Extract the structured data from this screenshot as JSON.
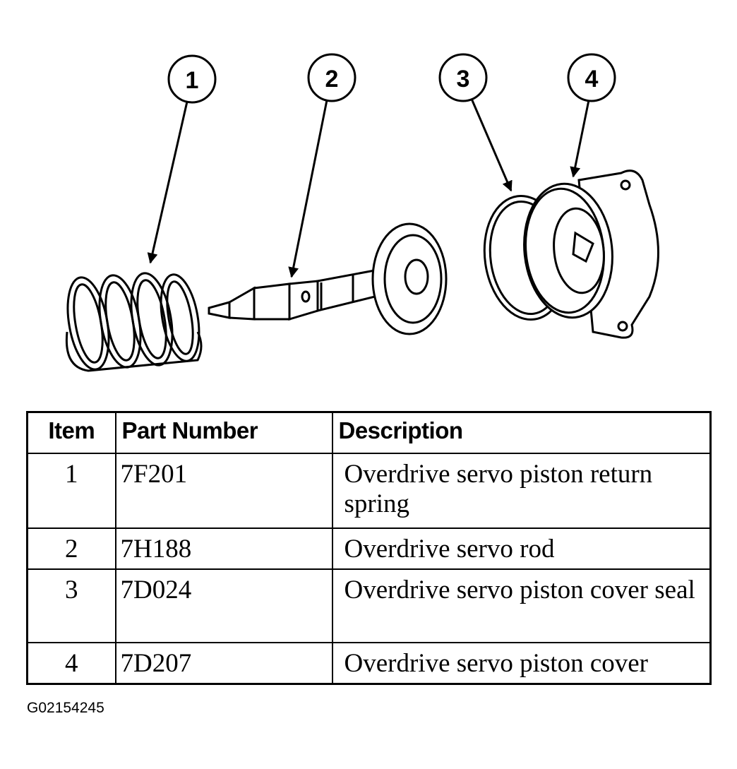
{
  "callouts": [
    {
      "label": "1"
    },
    {
      "label": "2"
    },
    {
      "label": "3"
    },
    {
      "label": "4"
    }
  ],
  "table": {
    "headers": {
      "item": "Item",
      "part_number": "Part Number",
      "description": "Description"
    },
    "rows": [
      {
        "item": "1",
        "part_number": "7F201",
        "description": "Overdrive servo piston return spring"
      },
      {
        "item": "2",
        "part_number": "7H188",
        "description": "Overdrive servo rod"
      },
      {
        "item": "3",
        "part_number": "7D024",
        "description": "Overdrive servo piston cover seal"
      },
      {
        "item": "4",
        "part_number": "7D207",
        "description": "Overdrive servo piston cover"
      }
    ]
  },
  "figure_id": "G02154245"
}
